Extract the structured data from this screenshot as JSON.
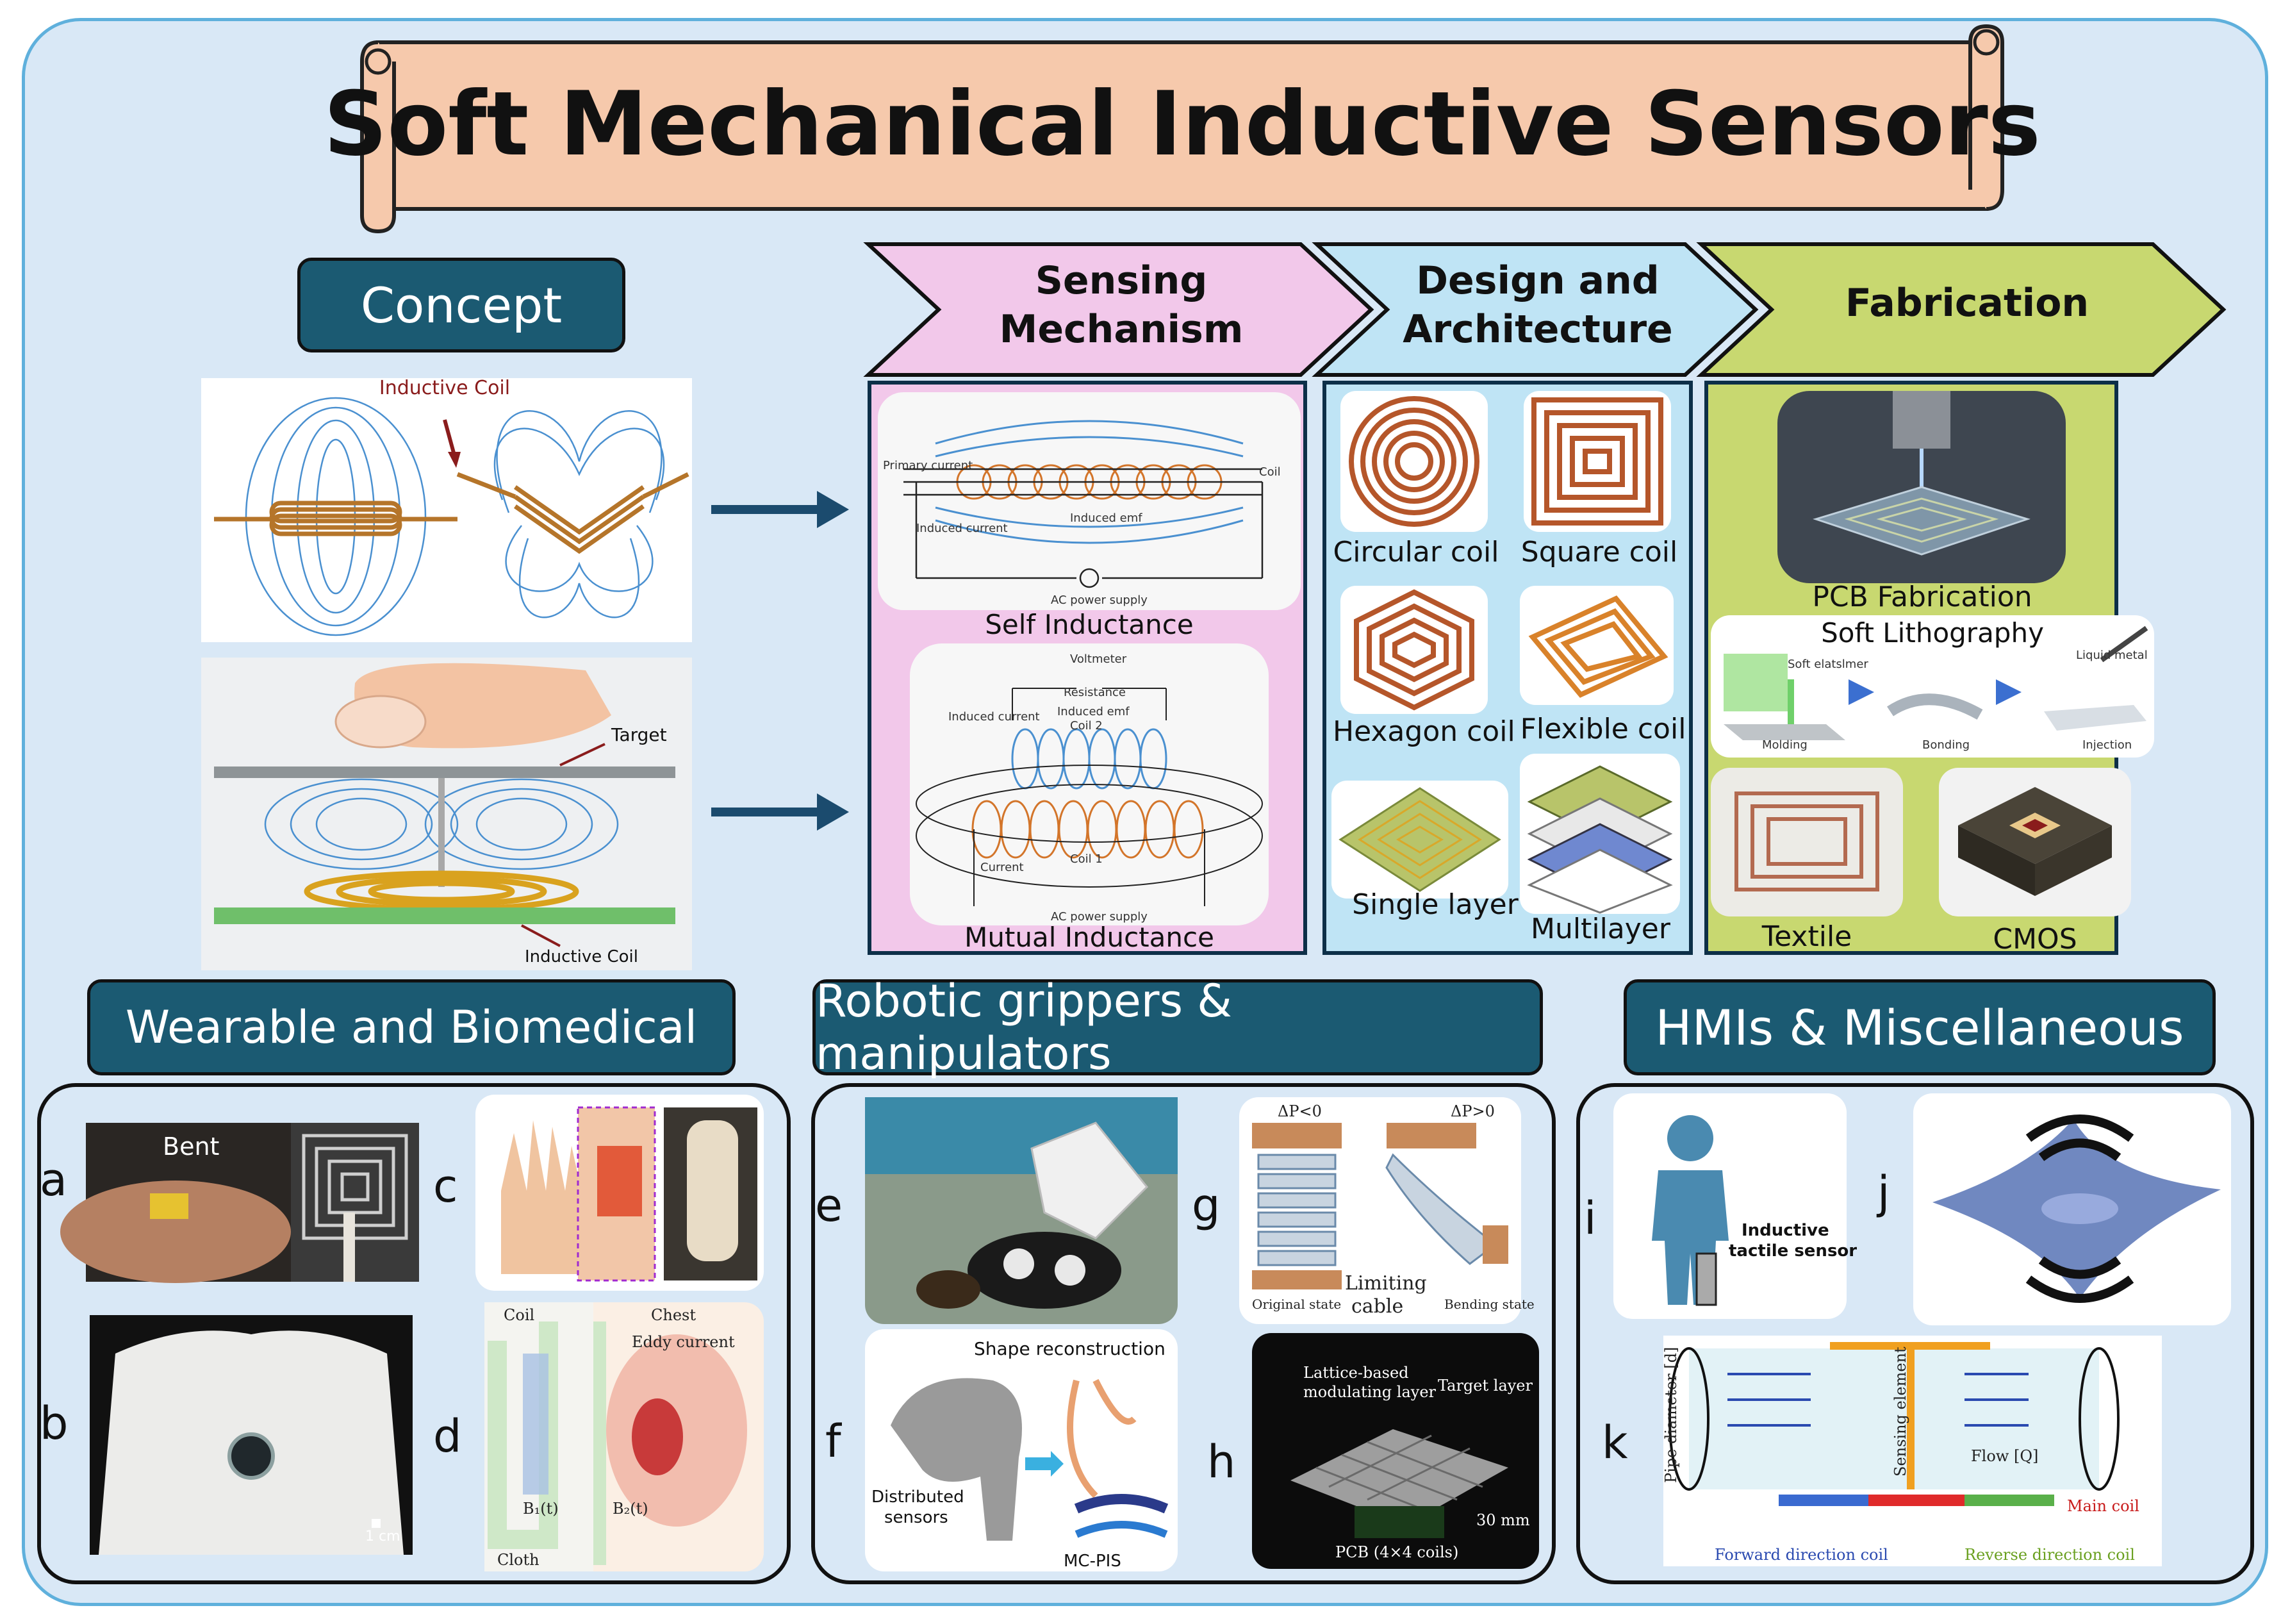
{
  "title": "Soft Mechanical Inductive Sensors",
  "headers": {
    "concept": "Concept",
    "sensing": [
      "Sensing",
      "Mechanism"
    ],
    "design": [
      "Design and",
      "Architecture"
    ],
    "fabrication": "Fabrication"
  },
  "concept": {
    "coil_label": "Inductive Coil",
    "target_label": "Target",
    "inductive_coil_label": "Inductive Coil"
  },
  "sensing": {
    "self": "Self Inductance",
    "mutual": "Mutual Inductance",
    "primary_current": "Primary current",
    "induced_current": "Induced current",
    "induced_emf": "Induced emf",
    "coil": "Coil",
    "ac_power": "AC power supply",
    "voltmeter": "Voltmeter",
    "resistance": "Resistance",
    "coil2": "Coil 2",
    "coil1": "Coil 1",
    "current": "Current"
  },
  "design": {
    "circular": "Circular coil",
    "square": "Square coil",
    "hexagon": "Hexagon coil",
    "flexible": "Flexible coil",
    "single": "Single layer",
    "multi": "Multilayer"
  },
  "fabrication": {
    "pcb": "PCB Fabrication",
    "litho": "Soft Lithography",
    "textile": "Textile",
    "cmos": "CMOS",
    "molding": "Molding",
    "bonding": "Bonding",
    "injection": "Injection",
    "soft_elastomer": "Soft elatslmer",
    "liquid_metal": "Liquid metal"
  },
  "apps": {
    "wearable": "Wearable and Biomedical",
    "robotic": "Robotic grippers & manipulators",
    "hmi": "HMIs & Miscellaneous"
  },
  "letters": [
    "a",
    "b",
    "c",
    "d",
    "e",
    "f",
    "g",
    "h",
    "i",
    "j",
    "k"
  ],
  "wearable": {
    "bent": "Bent",
    "cm": "1 cm",
    "coil": "Coil",
    "chest": "Chest",
    "eddy": "Eddy current",
    "cloth": "Cloth",
    "b1": "B₁(t)",
    "b2": "B₂(t)"
  },
  "robotic": {
    "dp_neg": "ΔP<0",
    "dp_pos": "ΔP>0",
    "original": "Original state",
    "bending": "Bending state",
    "limiting": "Limiting",
    "cable": "cable",
    "shape": "Shape reconstruction",
    "distributed": "Distributed",
    "sensors": "sensors",
    "mcpis": "MC-PIS",
    "lattice": "Lattice-based",
    "modulating": "modulating layer",
    "target_layer": "Target layer",
    "pcb44": "PCB (4×4 coils)",
    "mm30": "30 mm"
  },
  "hmi": {
    "inductive": "Inductive",
    "tactile": "tactile sensor",
    "pipe": "Pipe diameter [d]",
    "sensing_el": "Sensing element",
    "flow": "Flow [Q]",
    "main": "Main coil",
    "forward": "Forward direction coil",
    "reverse": "Reverse direction coil"
  }
}
